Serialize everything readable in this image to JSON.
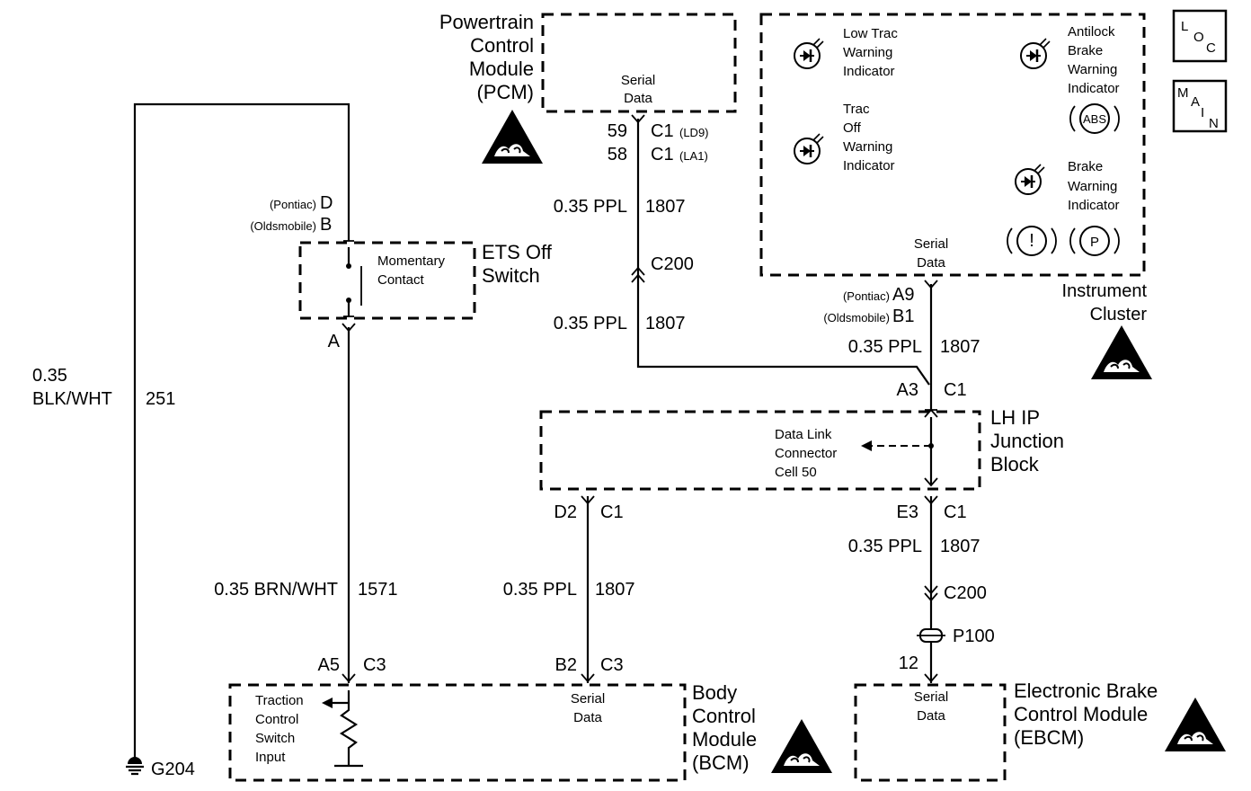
{
  "pcm": {
    "name_lines": [
      "Powertrain",
      "Control",
      "Module",
      "(PCM)"
    ],
    "port_lines": [
      "Serial",
      "Data"
    ],
    "pin_ld9": "59",
    "pin_la1": "58",
    "conn_ld9": "C1",
    "conn_ld9_note": "(LD9)",
    "conn_la1": "C1",
    "conn_la1_note": "(LA1)"
  },
  "instrument_cluster": {
    "name_lines": [
      "Instrument",
      "Cluster"
    ],
    "low_trac_lines": [
      "Low Trac",
      "Warning",
      "Indicator"
    ],
    "trac_off_lines": [
      "Trac",
      "Off",
      "Warning",
      "Indicator"
    ],
    "antilock_lines": [
      "Antilock",
      "Brake",
      "Warning",
      "Indicator"
    ],
    "brake_lines": [
      "Brake",
      "Warning",
      "Indicator"
    ],
    "abs_symbol": "ABS",
    "excl_symbol": "!",
    "park_symbol": "P",
    "port_lines": [
      "Serial",
      "Data"
    ],
    "pin_pontiac_label": "(Pontiac)",
    "pin_pontiac": "A9",
    "pin_olds_label": "(Oldsmobile)",
    "pin_olds": "B1"
  },
  "ets_switch": {
    "name_lines": [
      "ETS Off",
      "Switch"
    ],
    "contact_lines": [
      "Momentary",
      "Contact"
    ],
    "pin_pontiac_label": "(Pontiac)",
    "pin_pontiac": "D",
    "pin_olds_label": "(Oldsmobile)",
    "pin_olds": "B",
    "pin_bottom": "A"
  },
  "lh_ip_junction": {
    "name_lines": [
      "LH IP",
      "Junction",
      "Block"
    ],
    "dlc_lines": [
      "Data Link",
      "Connector",
      "Cell 50"
    ],
    "top_pin": "A3",
    "top_conn": "C1",
    "left_pin": "D2",
    "left_conn": "C1",
    "right_pin": "E3",
    "right_conn": "C1"
  },
  "bcm": {
    "name_lines": [
      "Body",
      "Control",
      "Module",
      "(BCM)"
    ],
    "input_lines": [
      "Traction",
      "Control",
      "Switch",
      "Input"
    ],
    "port_lines": [
      "Serial",
      "Data"
    ],
    "pin_a": "A5",
    "conn_a": "C3",
    "pin_b": "B2",
    "conn_b": "C3"
  },
  "ebcm": {
    "name_lines": [
      "Electronic Brake",
      "Control Module",
      "(EBCM)"
    ],
    "port_lines": [
      "Serial",
      "Data"
    ],
    "pin": "12",
    "conn": "P100"
  },
  "wires": {
    "ground_size": "0.35",
    "ground_color": "BLK/WHT",
    "ground_circuit": "251",
    "ground_label": "G204",
    "switch_wire": "0.35 BRN/WHT",
    "switch_circuit": "1571",
    "pcm_wire_1": "0.35 PPL",
    "pcm_circuit_1": "1807",
    "c200_pcm": "C200",
    "pcm_wire_2": "0.35 PPL",
    "pcm_circuit_2": "1807",
    "ic_wire": "0.35 PPL",
    "ic_circuit": "1807",
    "bcm_wire": "0.35 PPL",
    "bcm_circuit": "1807",
    "ebcm_wire": "0.35 PPL",
    "ebcm_circuit": "1807",
    "c200_ebcm": "C200"
  },
  "legend": {
    "loc_chars": [
      "L",
      "O",
      "C"
    ],
    "main_chars": [
      "M",
      "A",
      "I",
      "N"
    ]
  }
}
